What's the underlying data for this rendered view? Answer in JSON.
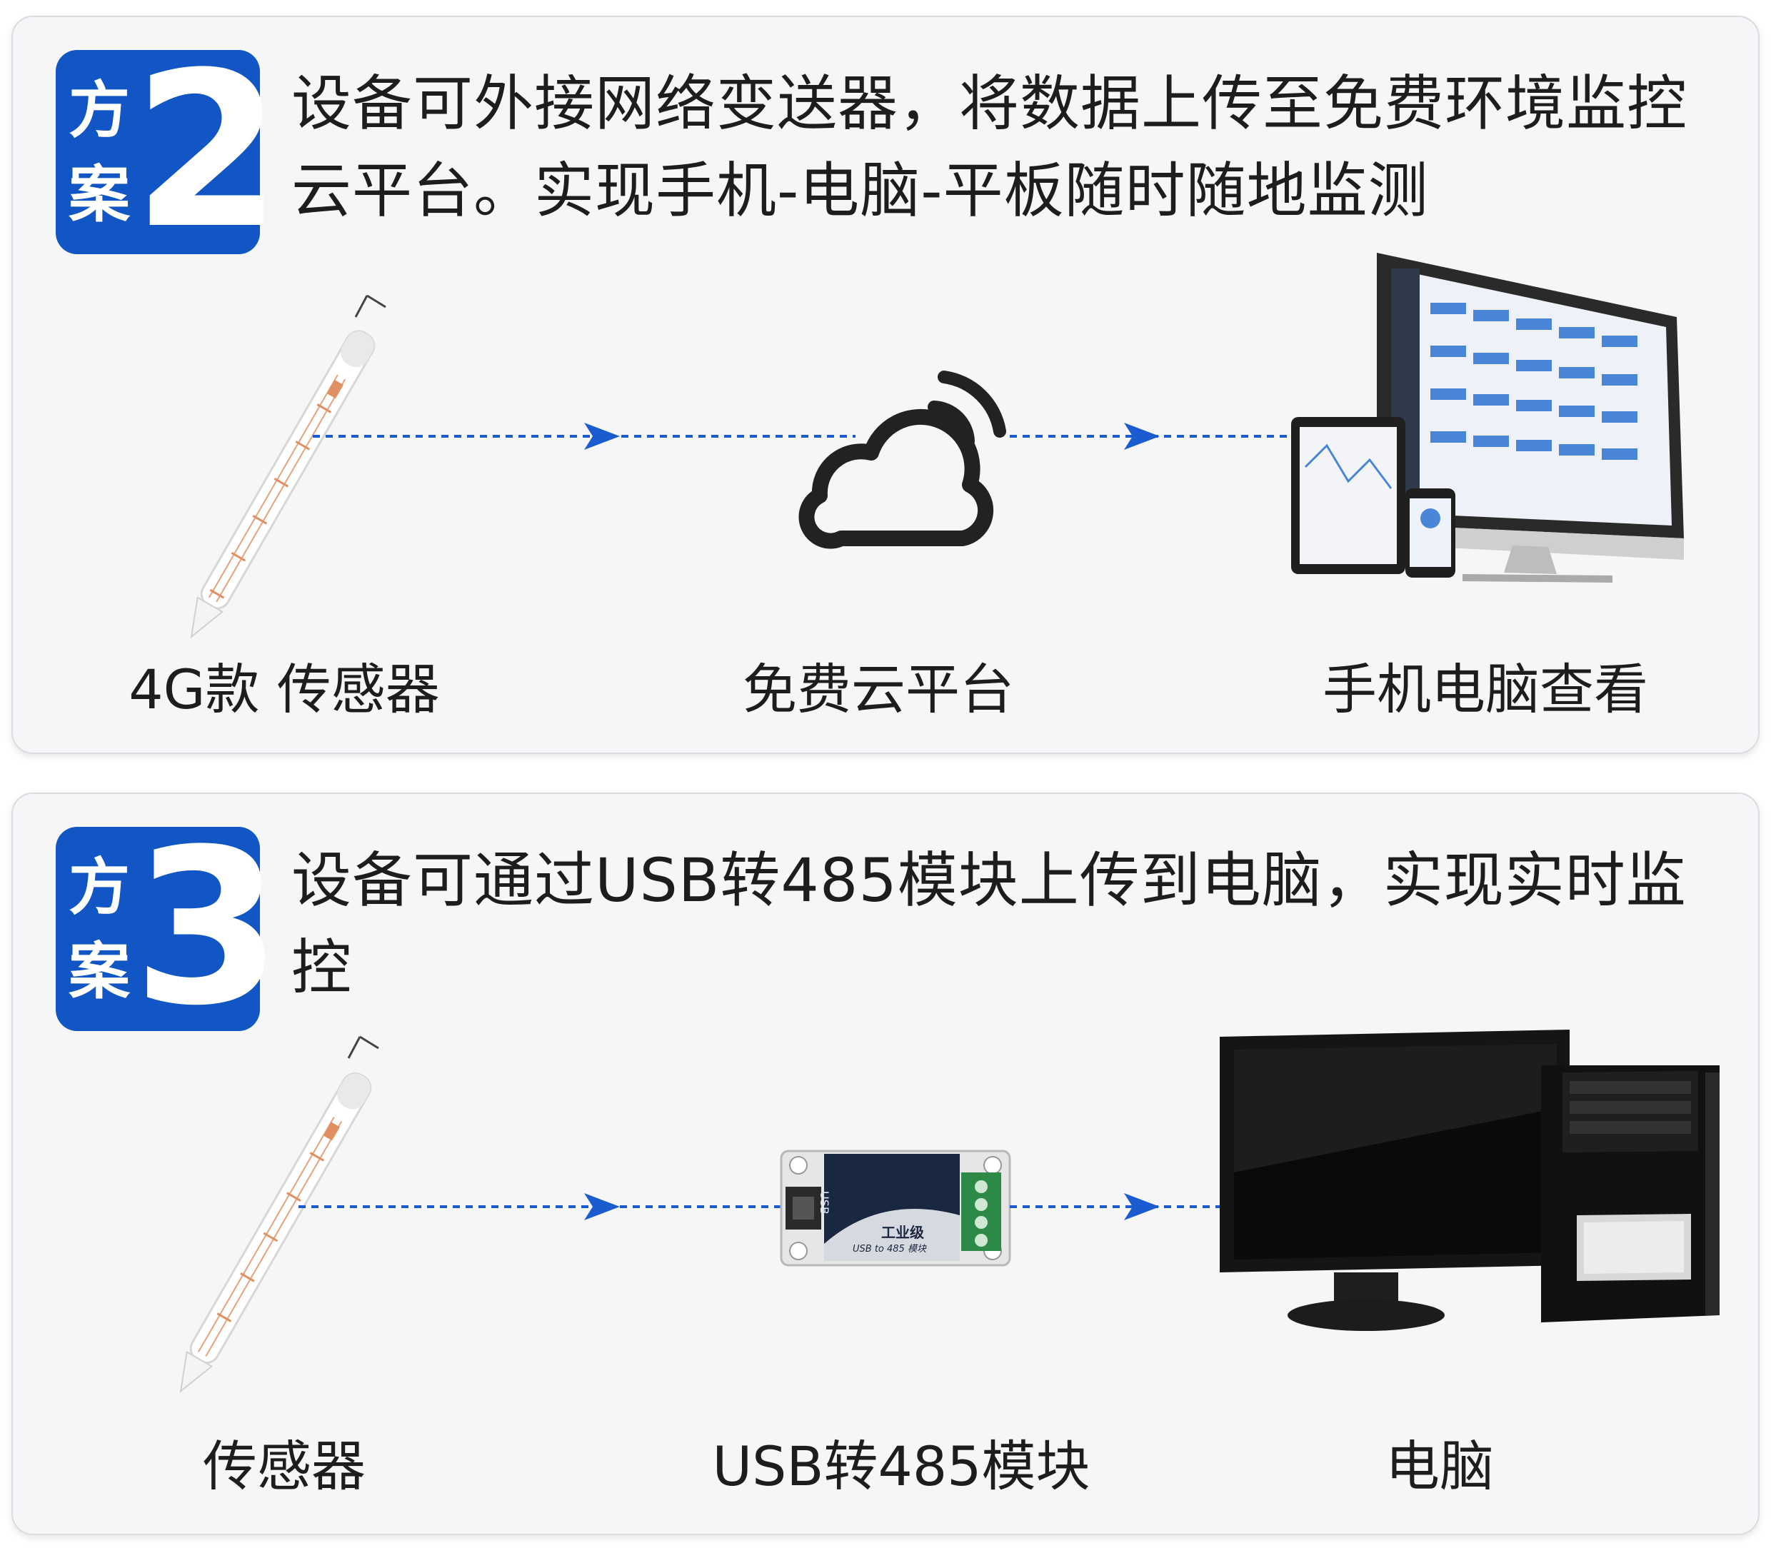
{
  "scheme2": {
    "badge_chars": [
      "方",
      "案"
    ],
    "badge_number": "2",
    "description": "设备可外接网络变送器，将数据上传至免费环境监控云平台。实现手机-电脑-平板随时随地监测",
    "labels": [
      "4G款 传感器",
      "免费云平台",
      "手机电脑查看"
    ]
  },
  "scheme3": {
    "badge_chars": [
      "方",
      "案"
    ],
    "badge_number": "3",
    "description": "设备可通过USB转485模块上传到电脑，实现实时监控",
    "labels": [
      "传感器",
      "USB转485模块",
      "电脑"
    ],
    "module_texts": {
      "usb": "USB",
      "grade": "工业级",
      "model": "USB to 485 模块"
    }
  },
  "colors": {
    "accent": "#1156c4",
    "arrow": "#1b5bd0",
    "panel_bg": "#f6f6f8",
    "text": "#1d1d1d"
  },
  "icons": [
    "sensor-probe-icon",
    "cloud-signal-icon",
    "multi-device-icon",
    "usb-485-module-icon",
    "desktop-computer-icon",
    "arrow-right-icon"
  ]
}
